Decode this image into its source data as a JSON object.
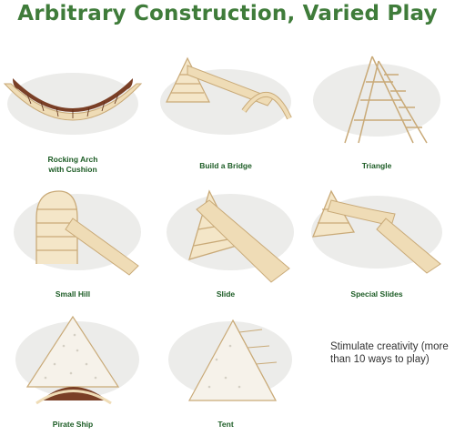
{
  "title": "Arbitrary Construction, Varied Play",
  "items": [
    {
      "label_line1": "Rocking Arch",
      "label_line2": "with Cushion"
    },
    {
      "label": "Build a Bridge"
    },
    {
      "label": "Triangle"
    },
    {
      "label": "Small Hill"
    },
    {
      "label": "Slide"
    },
    {
      "label": "Special Slides"
    },
    {
      "label": "Pirate Ship"
    },
    {
      "label": "Tent"
    }
  ],
  "note": "Stimulate creativity (more than 10 ways to play)",
  "colors": {
    "title": "#3f7c3a",
    "label": "#1c5c25",
    "wood": "#efdcb6",
    "wood_dark": "#c9aa78",
    "cushion": "#7a3f26",
    "fabric": "#f6f2ea",
    "cloud": "#ececea"
  }
}
